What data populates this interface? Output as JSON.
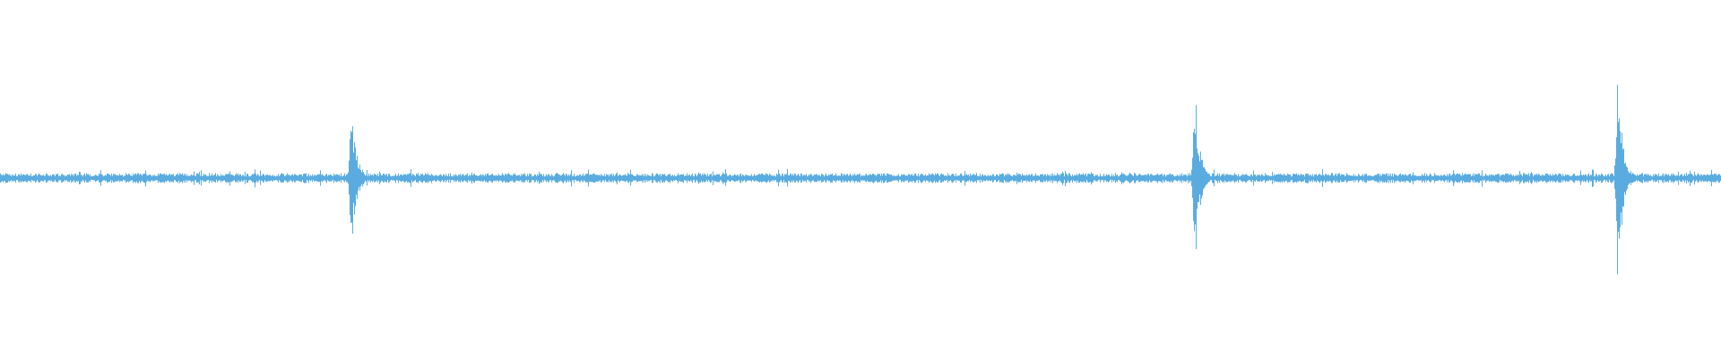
{
  "waveform": {
    "color": "#5aace0",
    "background": "#ffffff",
    "baseline_amplitude": 0.02,
    "transients": [
      {
        "time_fraction": 0.2035,
        "amplitude": 0.42
      },
      {
        "time_fraction": 0.6935,
        "amplitude": 0.46
      },
      {
        "time_fraction": 0.9395,
        "amplitude": 0.5
      }
    ]
  }
}
